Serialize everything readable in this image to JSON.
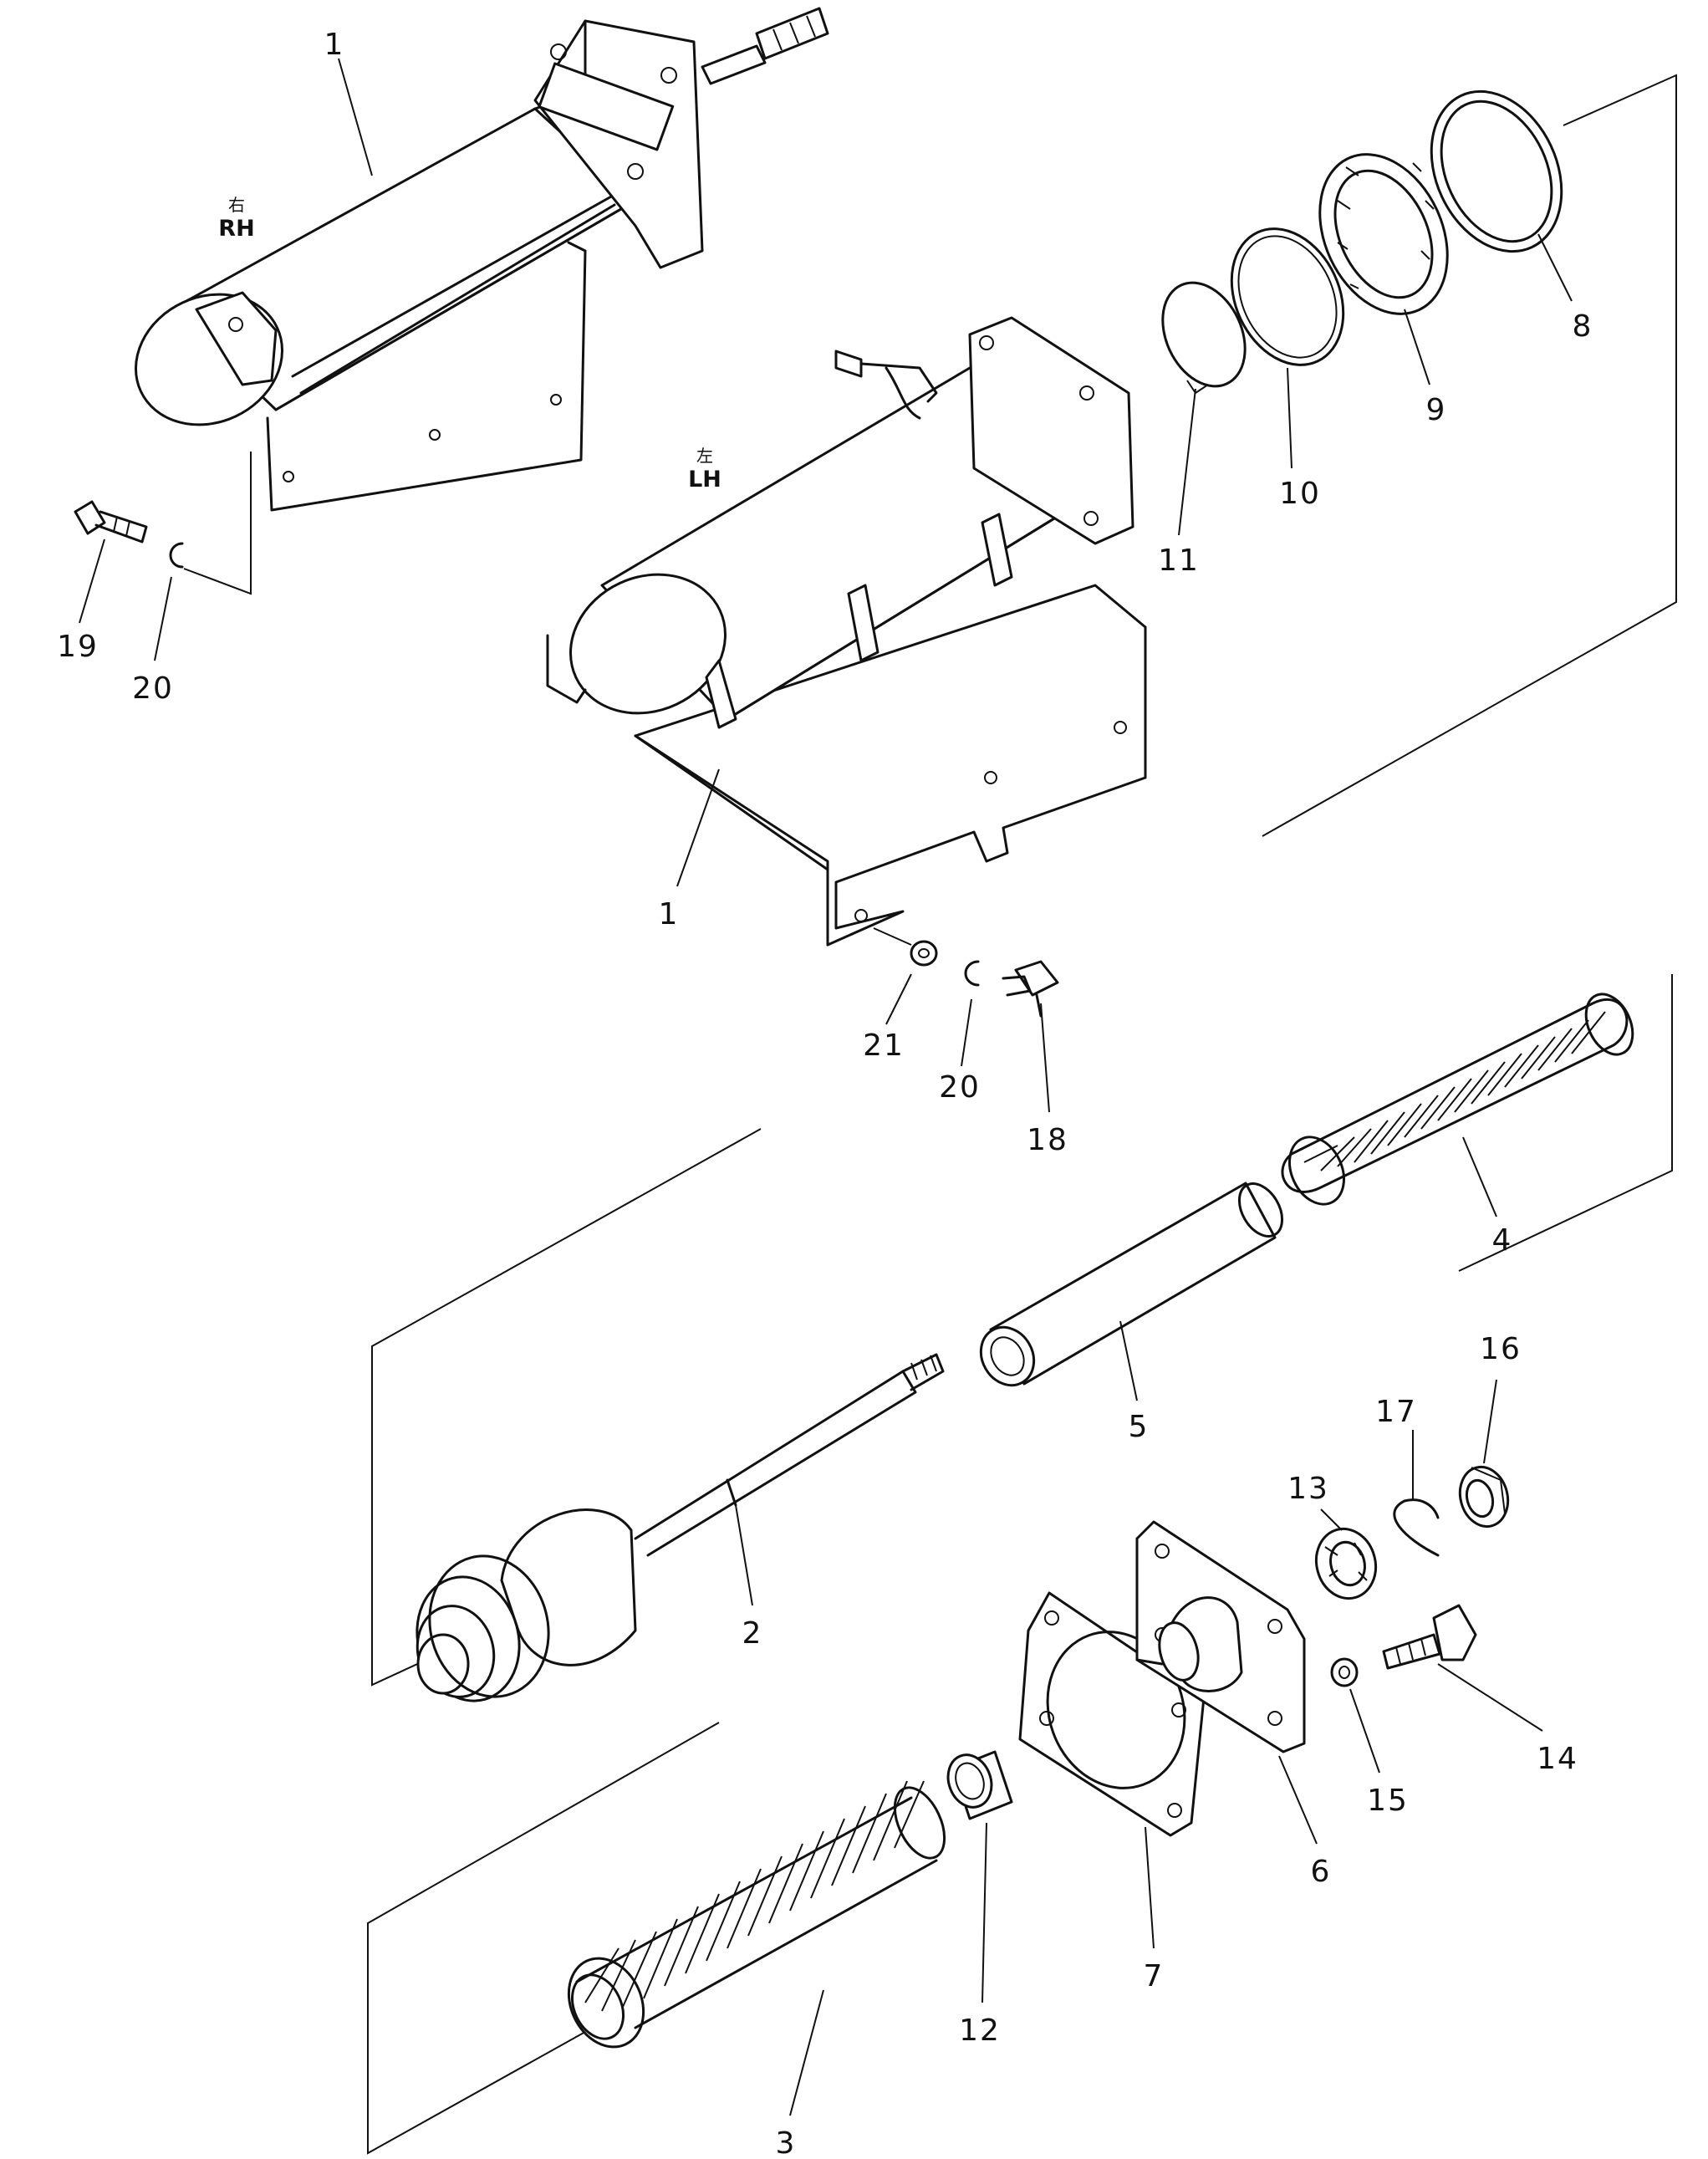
{
  "callouts": [
    {
      "id": "c1a",
      "text": "1"
    },
    {
      "id": "c1b",
      "text": "1"
    },
    {
      "id": "c2",
      "text": "2"
    },
    {
      "id": "c3",
      "text": "3"
    },
    {
      "id": "c4",
      "text": "4"
    },
    {
      "id": "c5",
      "text": "5"
    },
    {
      "id": "c6",
      "text": "6"
    },
    {
      "id": "c7",
      "text": "7"
    },
    {
      "id": "c8",
      "text": "8"
    },
    {
      "id": "c9",
      "text": "9"
    },
    {
      "id": "c10",
      "text": "10"
    },
    {
      "id": "c11",
      "text": "11"
    },
    {
      "id": "c12",
      "text": "12"
    },
    {
      "id": "c13",
      "text": "13"
    },
    {
      "id": "c14",
      "text": "14"
    },
    {
      "id": "c15",
      "text": "15"
    },
    {
      "id": "c16",
      "text": "16"
    },
    {
      "id": "c17",
      "text": "17"
    },
    {
      "id": "c18",
      "text": "18"
    },
    {
      "id": "c19",
      "text": "19"
    },
    {
      "id": "c20a",
      "text": "20"
    },
    {
      "id": "c20b",
      "text": "20"
    },
    {
      "id": "c21",
      "text": "21"
    }
  ],
  "side_labels": {
    "rh_kanji": "右",
    "rh": "RH",
    "lh_kanji": "左",
    "lh": "LH"
  }
}
